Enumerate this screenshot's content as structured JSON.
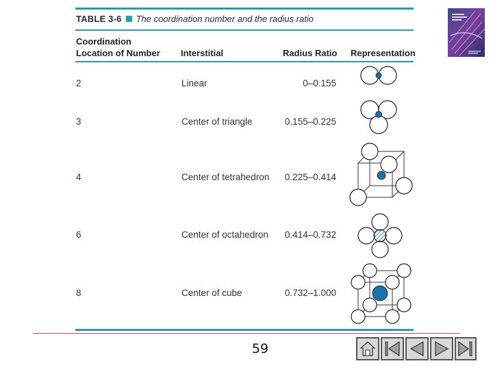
{
  "table": {
    "label": "TABLE 3-6",
    "title": "The coordination number and the radius ratio",
    "headers": {
      "coord_line1": "Coordination",
      "coord_line2": "Location of Number",
      "interstitial": "Interstitial",
      "radius": "Radius Ratio",
      "representation": "Representation"
    },
    "rows": [
      {
        "number": "2",
        "site": "Linear",
        "ratio": "0–0.155"
      },
      {
        "number": "3",
        "site": "Center of triangle",
        "ratio": "0.155–0.225"
      },
      {
        "number": "4",
        "site": "Center of tetrahedron",
        "ratio": "0.225–0.414"
      },
      {
        "number": "6",
        "site": "Center of octahedron",
        "ratio": "0.414–0.732"
      },
      {
        "number": "8",
        "site": "Center of cube",
        "ratio": "0.732–1.000"
      }
    ]
  },
  "footer": {
    "page_number": "59"
  },
  "colors": {
    "accent": "#2a9aa6",
    "atom_fill": "#1f6fa8",
    "footer_rule": "#c0504d"
  },
  "nav": [
    {
      "name": "home-button",
      "icon": "home-icon"
    },
    {
      "name": "first-slide-button",
      "icon": "first-icon"
    },
    {
      "name": "previous-slide-button",
      "icon": "previous-icon"
    },
    {
      "name": "next-slide-button",
      "icon": "next-icon"
    },
    {
      "name": "last-slide-button",
      "icon": "last-icon"
    }
  ]
}
